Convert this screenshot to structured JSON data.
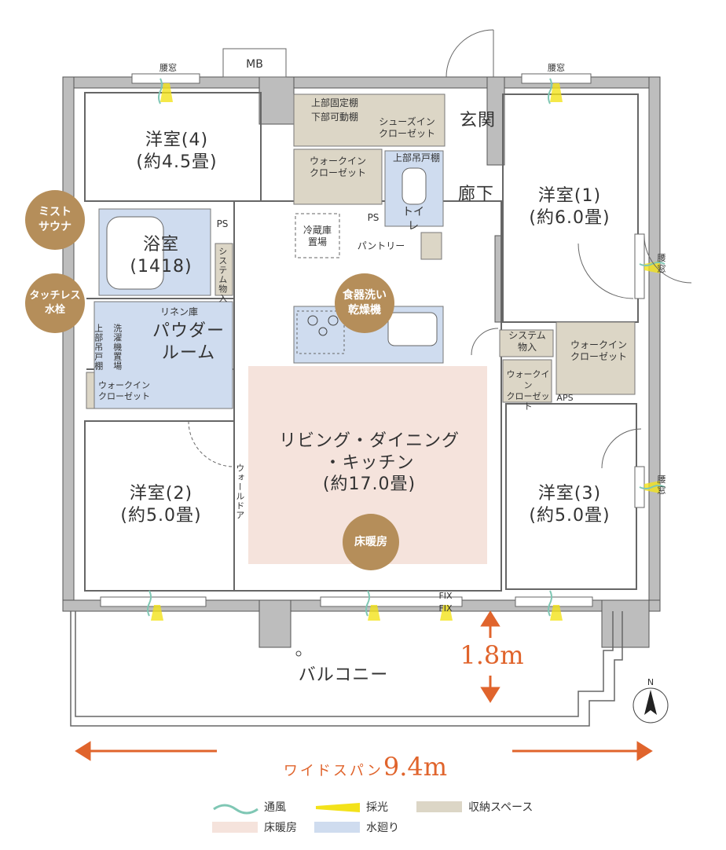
{
  "rooms": {
    "western4": {
      "name": "洋室(4)",
      "size": "(約4.5畳)"
    },
    "western1": {
      "name": "洋室(1)",
      "size": "(約6.0畳)"
    },
    "western2": {
      "name": "洋室(2)",
      "size": "(約5.0畳)"
    },
    "western3": {
      "name": "洋室(3)",
      "size": "(約5.0畳)"
    },
    "bath": {
      "name": "浴室",
      "size": "(1418)"
    },
    "powder": {
      "name": "パウダー\nルーム"
    },
    "ldk": {
      "name": "リビング・ダイニング\n・キッチン",
      "size": "(約17.0畳)"
    },
    "entrance": "玄関",
    "hallway": "廊下",
    "toilet": "トイレ",
    "balcony": "バルコニー"
  },
  "labels": {
    "mb": "MB",
    "koshimado_left": "腰窓",
    "koshimado_right": "腰窓",
    "koshimado_r1": "腰\n窓",
    "koshimado_r3": "腰\n窓",
    "upper_fixed_shelf": "上部固定棚",
    "lower_movable_shelf": "下部可動棚",
    "shoes_in_closet": "シューズイン\nクローゼット",
    "walk_in_closet_center": "ウォークイン\nクローゼット",
    "upper_hanging_shelf": "上部吊戸棚",
    "ps1": "PS",
    "ps2": "PS",
    "fridge": "冷蔵庫\n置場",
    "pantry": "パントリー",
    "system_storage_left": "システム物入",
    "linen": "リネン庫",
    "washer": "洗濯機置場",
    "upper_cabinet": "上部吊戸棚",
    "walk_in_closet_left": "ウォークイン\nクローゼット",
    "wall_door": "ウォールドア",
    "system_storage_right": "システム\n物入",
    "walk_in_closet_right": "ウォークイン\nクローゼット",
    "walk_in_closet_r2": "ウォークイン\nクローゼット",
    "aps": "APS",
    "fix1": "FIX",
    "fix2": "FIX",
    "north": "N"
  },
  "badges": {
    "mist_sauna": "ミスト\nサウナ",
    "touchless": "タッチレス\n水栓",
    "dish_dryer": "食器洗い\n乾燥機",
    "floor_heating": "床暖房"
  },
  "dimensions": {
    "balcony_depth": "1.8m",
    "span_label": "ワイドスパン",
    "span_value": "9.4m"
  },
  "legend": [
    {
      "label": "通風",
      "color": "#7fc7b4",
      "kind": "wave"
    },
    {
      "label": "採光",
      "color": "#f3e21a",
      "kind": "beam"
    },
    {
      "label": "収納スペース",
      "color": "#dcd6c6",
      "kind": "box"
    },
    {
      "label": "床暖房",
      "color": "#f5e3dc",
      "kind": "box"
    },
    {
      "label": "水廻り",
      "color": "#cfdcef",
      "kind": "box"
    }
  ],
  "colors": {
    "wall": "#bdbdbd",
    "storage": "#dcd6c6",
    "water": "#cfdcef",
    "floor_heat": "#f5e3dc",
    "badge": "#b58e5a",
    "accent": "#e0642c",
    "ventilation": "#7fc7b4",
    "light": "#f3e21a"
  }
}
